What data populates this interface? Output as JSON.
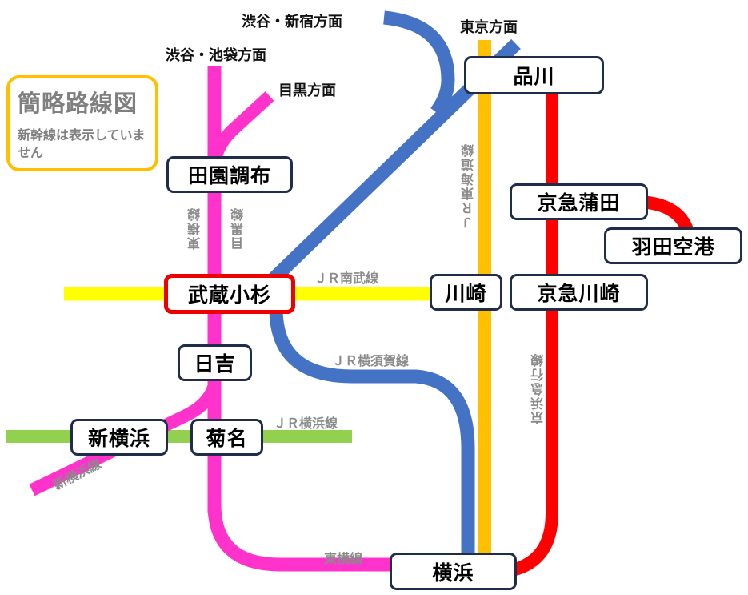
{
  "legend": {
    "title": "簡略路線図",
    "note": "新幹線は表示していません"
  },
  "colors": {
    "toyoko": "#ff33cc",
    "nambu": "#ffff00",
    "yokosuka": "#4472c4",
    "tokaido": "#ffc000",
    "keikyu": "#ff0000",
    "yokohama_line": "#92d050",
    "station_border": "#1f2d4a",
    "highlight_border": "#ee0000",
    "legend_border": "#ffc000"
  },
  "directions": {
    "shibuya_shinjuku": "渋谷・新宿方面",
    "shibuya_ikebukuro": "渋谷・池袋方面",
    "meguro": "目黒方面",
    "tokyo": "東京方面"
  },
  "stations": {
    "musashikosugi": "武蔵小杉",
    "denenchofu": "田園調布",
    "hiyoshi": "日吉",
    "shinyokohama": "新横浜",
    "kikuna": "菊名",
    "yokohama": "横浜",
    "kawasaki": "川崎",
    "keikyu_kawasaki": "京急川崎",
    "keikyu_kamata": "京急蒲田",
    "haneda": "羽田空港",
    "shinagawa": "品川"
  },
  "line_labels": {
    "toyoko_vertical": "東横線",
    "meguro_vertical": "目黒線",
    "nambu": "ＪＲ南武線",
    "yokosuka": "ＪＲ横須賀線",
    "yokohama_line": "ＪＲ横浜線",
    "shinyokohama_line": "新横浜線",
    "toyoko_bottom": "東横線",
    "tokaido": "ＪＲ東海道線",
    "keikyu": "京浜急行線"
  }
}
